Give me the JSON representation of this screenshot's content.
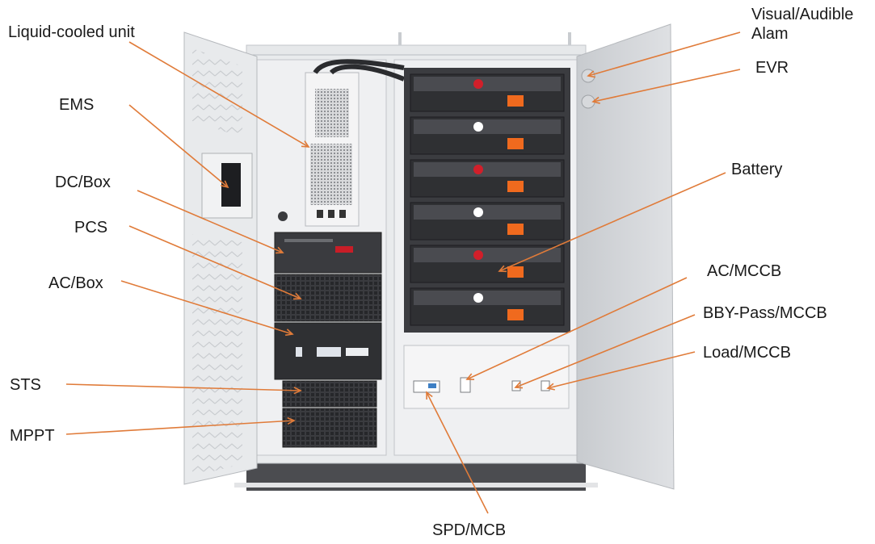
{
  "labels": {
    "liquid_cooled_unit": "Liquid-cooled unit",
    "ems": "EMS",
    "dc_box": "DC/Box",
    "pcs": "PCS",
    "ac_box": "AC/Box",
    "sts": "STS",
    "mppt": "MPPT",
    "visual_audible_alarm": "Visual/Audible\nAlam",
    "evr": "EVR",
    "battery": "Battery",
    "ac_mccb": "AC/MCCB",
    "bby_pass_mccb": "BBY-Pass/MCCB",
    "load_mccb": "Load/MCCB",
    "spd_mcb": "SPD/MCB"
  },
  "colors": {
    "leader_line": "#e07b39",
    "cabinet_body": "#e9ebed",
    "cabinet_edge": "#b8bcc1",
    "module_dark": "#2f3033",
    "battery_orange": "#f06a1e",
    "battery_red": "#d11f2a",
    "plinth": "#4b4c50"
  }
}
